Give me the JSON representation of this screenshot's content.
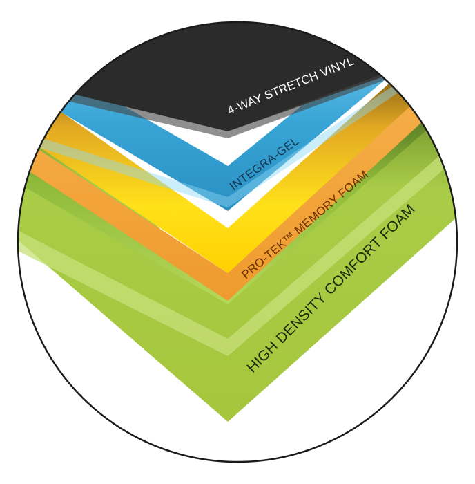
{
  "diagram": {
    "layers": [
      {
        "id": "vinyl",
        "label": "4-WAY STRETCH VINYL",
        "color": "#2b2b2b",
        "label_color": "#ffffff"
      },
      {
        "id": "gel",
        "label": "INTEGRA-GEL",
        "color": "#3aa8d8",
        "label_color": "#1b3b5a"
      },
      {
        "id": "memory",
        "label": "PRO-TEK™ MEMORY FOAM",
        "color": "#f2a23a",
        "label_color": "#7a3a00"
      },
      {
        "id": "comfort",
        "label": "HIGH DENSITY COMFORT FOAM",
        "color": "#a6c63c",
        "label_color": "#1f2f0a"
      }
    ]
  }
}
